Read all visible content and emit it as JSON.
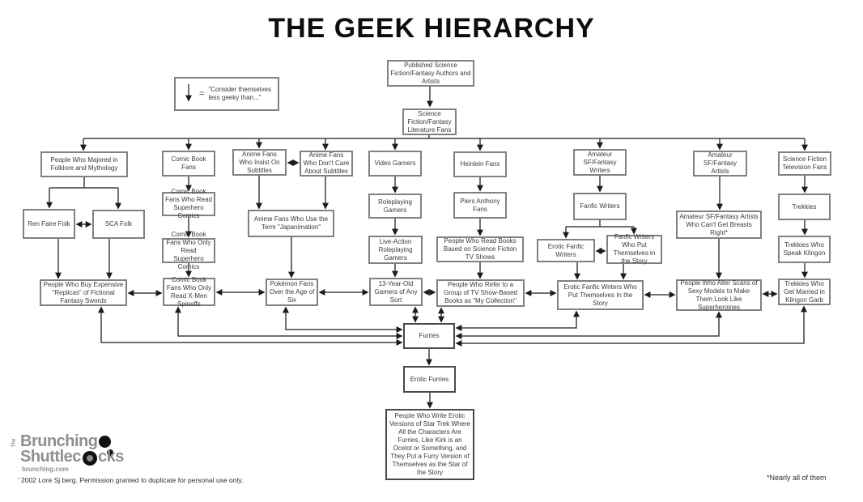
{
  "title": "THE GEEK HIERARCHY",
  "legend": {
    "symbol": "down-arrow",
    "equals": "=",
    "text": "\"Consider themselves less geeky than...\""
  },
  "nodes": [
    {
      "id": "published-authors",
      "label": "Published Science Fiction/Fantasy Authors and Artists"
    },
    {
      "id": "literature-fans",
      "label": "Science Fiction/Fantasy Literature Fans"
    },
    {
      "id": "folklore-majors",
      "label": "People Who Majored in Folklore and Mythology"
    },
    {
      "id": "comic-book-fans",
      "label": "Comic Book Fans"
    },
    {
      "id": "anime-subtitles",
      "label": "Anime Fans Who Insist On Subtitles"
    },
    {
      "id": "anime-no-subtitles",
      "label": "Anime Fans Who Don't Care About Subtitles"
    },
    {
      "id": "video-gamers",
      "label": "Video Gamers"
    },
    {
      "id": "heinlein-fans",
      "label": "Heinlein Fans"
    },
    {
      "id": "amateur-writers",
      "label": "Amateur SF/Fantasy Writers"
    },
    {
      "id": "amateur-artists",
      "label": "Amateur SF/Fantasy Artists"
    },
    {
      "id": "sf-tv-fans",
      "label": "Science Fiction Television Fans"
    },
    {
      "id": "ren-faire-folk",
      "label": "Ren Faire Folk"
    },
    {
      "id": "sca-folk",
      "label": "SCA Folk"
    },
    {
      "id": "cbf-read-superhero",
      "label": "Comic Book Fans Who Read Superhero Comics"
    },
    {
      "id": "japanimation",
      "label": "Anime Fans Who Use the Term \"Japanimation\""
    },
    {
      "id": "roleplaying-gamers",
      "label": "Roleplaying Gamers"
    },
    {
      "id": "piers-anthony-fans",
      "label": "Piers Anthony Fans"
    },
    {
      "id": "fanfic-writers",
      "label": "Fanfic Writers"
    },
    {
      "id": "trekkies",
      "label": "Trekkies"
    },
    {
      "id": "cbf-only-superhero",
      "label": "Comic Book Fans Who Only Read Superhero Comics"
    },
    {
      "id": "larp-gamers",
      "label": "Live-Action Roleplaying Gamers"
    },
    {
      "id": "tv-book-readers",
      "label": "People Who Read Books Based on Science Fiction TV Shows"
    },
    {
      "id": "erotic-fanfic-writers",
      "label": "Erotic Fanfic Writers"
    },
    {
      "id": "self-insert-fanfic",
      "label": "Fanfic Writers Who Put Themselves in the Story"
    },
    {
      "id": "breasts-artists",
      "label": "Amateur SF/Fantasy Artists Who Can't Get Breasts Right*"
    },
    {
      "id": "klingon-speakers",
      "label": "Trekkies Who Speak Klingon"
    },
    {
      "id": "sword-buyers",
      "label": "People Who Buy Expensive \"Replicas\" of Fictional Fantasy Swords"
    },
    {
      "id": "xmen-spinoffs",
      "label": "Comic Book Fans Who Only Read X-Men Spinoffs"
    },
    {
      "id": "pokemon-fans",
      "label": "Pokémon Fans Over the Age of Six"
    },
    {
      "id": "thirteen-yo-gamers",
      "label": "13-Year-Old Gamers of Any Sort"
    },
    {
      "id": "my-collection",
      "label": "People Who Refer to a Group of TV Show-Based Books as \"My Collection\""
    },
    {
      "id": "erotic-self-insert",
      "label": "Erotic Fanfic Writers Who Put Themselves In the Story"
    },
    {
      "id": "superheroine-scans",
      "label": "People Who Alter Scans of Sexy Models to Make Them Look Like Superheroines"
    },
    {
      "id": "klingon-wedding",
      "label": "Trekkies Who Get Married in Klingon Garb"
    },
    {
      "id": "furries",
      "label": "Furries"
    },
    {
      "id": "erotic-furries",
      "label": "Erotic Furries"
    },
    {
      "id": "erotic-furry-trek-writers",
      "label": "People Who Write Erotic Versions of Star Trek Where All the Characters Are Furries, Like Kirk is an Ocelot or Something, and They Put a Furry Version of Themselves as the Star of the Story"
    }
  ],
  "footer": {
    "logo": {
      "the": "The",
      "brunching": "Brunching",
      "shuttle_pre": "Shuttlec",
      "shuttle_post": "cks",
      "url": "brunching.com"
    },
    "copyright": "' 2002 Lore Sj berg. Permission granted to duplicate for personal use only.",
    "footnote": "*Nearly all of them"
  },
  "colors": {
    "box_border": "#818181",
    "line": "#404040",
    "logo_gray": "#8f8f8f"
  }
}
